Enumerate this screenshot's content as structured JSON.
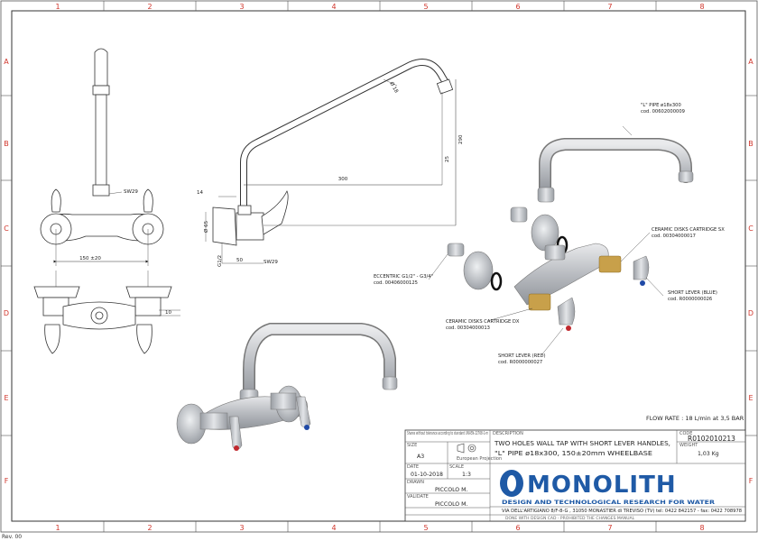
{
  "border": {
    "columns": [
      "1",
      "2",
      "3",
      "4",
      "5",
      "6",
      "7",
      "8"
    ],
    "rows": [
      "A",
      "B",
      "C",
      "D",
      "E",
      "F"
    ],
    "rev": "Rev. 00"
  },
  "dimensions": {
    "sw29_top": "SW29",
    "wheelbase": "150 ±20",
    "d10": "10",
    "d14": "14",
    "d65": "Ø 65",
    "g12": "G1/2",
    "d50": "50",
    "sw29_side": "SW29",
    "pipe_len": "300",
    "height_290": "290",
    "height_25": "25",
    "pipe_dia": "Ø 18"
  },
  "annotations": {
    "pipe_label": "\"L\" PIPE ø18x300",
    "pipe_code": "cod. 00602000009",
    "cartridge_sx_label": "CERAMIC DISKS CARTRIDGE SX",
    "cartridge_sx_code": "cod. 00304000017",
    "eccentric_label": "ECCENTRIC G1/2\" - G3/4\"",
    "eccentric_code": "cod. 00406000125",
    "cartridge_dx_label": "CERAMIC DISKS CARTRIDGE DX",
    "cartridge_dx_code": "cod. 00304000013",
    "short_lever_blue_label": "SHORT LEVER (BLUE)",
    "short_lever_blue_code": "cod. R0000000026",
    "short_lever_red_label": "SHORT LEVER (RED)",
    "short_lever_red_code": "cod. R0000000027",
    "flow_rate": "FLOW RATE : 18 L/min at 3,5 BAR"
  },
  "title_block": {
    "tolerance_note": "Shares without tolerance according to standard UNI-EN-22768-1-m",
    "size_label": "SIZE",
    "size_value": "A3",
    "projection_label": "European Projection",
    "date_label": "DATE",
    "date_value": "01-10-2018",
    "scale_label": "SCALE",
    "scale_value": "1:3",
    "drawn_label": "DRAWN",
    "drawn_value": "PICCOLO M.",
    "validate_label": "VALIDATE",
    "validate_value": "PICCOLO M.",
    "description_label": "DESCRIPTION",
    "description_line1": "TWO HOLES WALL TAP WITH SHORT LEVER HANDLES,",
    "description_line2": "\"L\" PIPE ø18x300, 150±20mm WHEELBASE",
    "code_label": "CODE",
    "code_value": "R0102010213",
    "weight_label": "WEIGHT",
    "weight_value": "1,03 Kg",
    "brand_name": "MONOLITH",
    "brand_tagline": "DESIGN AND TECHNOLOGICAL RESEARCH FOR WATER",
    "address": "VIA DELL'ARTIGIANO 8/F-8-G , 31050 MONASTIER di TREVISO (TV) tel: 0422 842157 - fax: 0422 708978",
    "footer_note": "DONE WITH DESIGN CAD - PROHIBITED THE CHANGES MANUAL"
  },
  "colors": {
    "grid_red": "#d0352b",
    "brand_blue": "#1f5aa6",
    "lever_red": "#c0272d",
    "lever_blue": "#1f49a6",
    "brass": "#c8a04a"
  }
}
